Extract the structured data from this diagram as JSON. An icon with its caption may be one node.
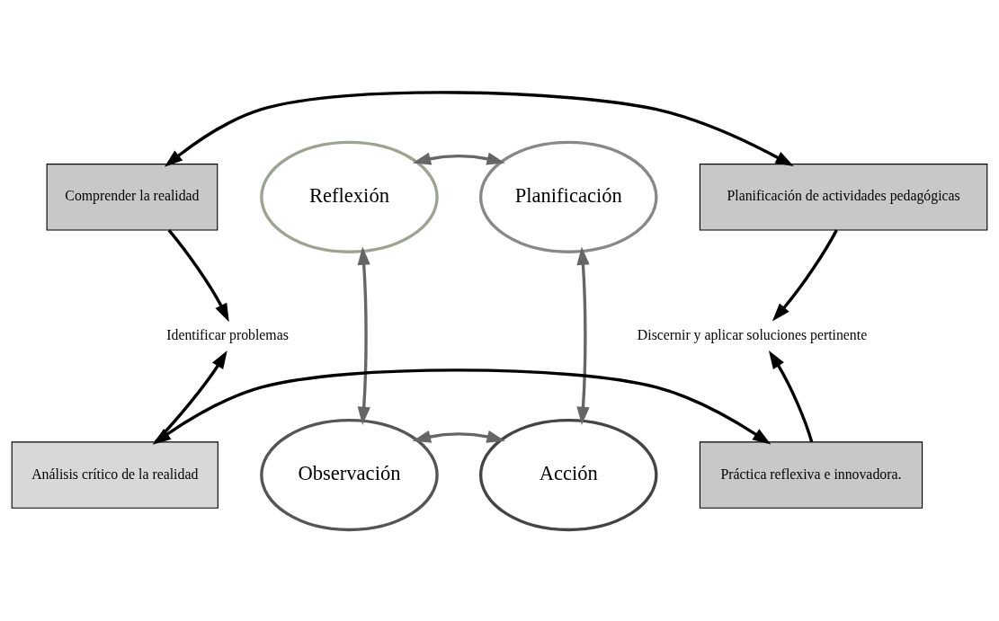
{
  "diagram": {
    "nodes": [
      {
        "text": [
          "Comprender la realidad"
        ]
      },
      {
        "text": [
          "Planificación de actividades pedagógicas"
        ]
      },
      {
        "text": [
          "Reflexión"
        ]
      },
      {
        "text": [
          "Planificación"
        ]
      },
      {
        "text": [
          "Identificar problemas"
        ]
      },
      {
        "text": [
          "Discernir y aplicar soluciones pertinente"
        ]
      },
      {
        "text": [
          "Observación"
        ]
      },
      {
        "text": [
          "Acción"
        ]
      },
      {
        "text": [
          "Análisis crítico de la realidad"
        ]
      },
      {
        "text": [
          "Práctica reflexiva e innovadora."
        ]
      }
    ],
    "edges": [
      {
        "from": 0,
        "to": 1,
        "arrow": "both"
      },
      {
        "from": 0,
        "to": 4,
        "arrow": "to"
      },
      {
        "from": 1,
        "to": 5,
        "arrow": "to"
      },
      {
        "from": 2,
        "to": 3,
        "arrow": "both",
        "color": "#666666"
      },
      {
        "from": 2,
        "to": 6,
        "arrow": "both",
        "color": "#666666"
      },
      {
        "from": 3,
        "to": 7,
        "arrow": "both",
        "color": "#666666"
      },
      {
        "from": 8,
        "to": 4,
        "arrow": "to"
      },
      {
        "from": 9,
        "to": 5,
        "arrow": "to"
      },
      {
        "from": 6,
        "to": 7,
        "arrow": "both",
        "color": "#666666"
      },
      {
        "from": 8,
        "to": 9,
        "arrow": "both"
      }
    ]
  }
}
